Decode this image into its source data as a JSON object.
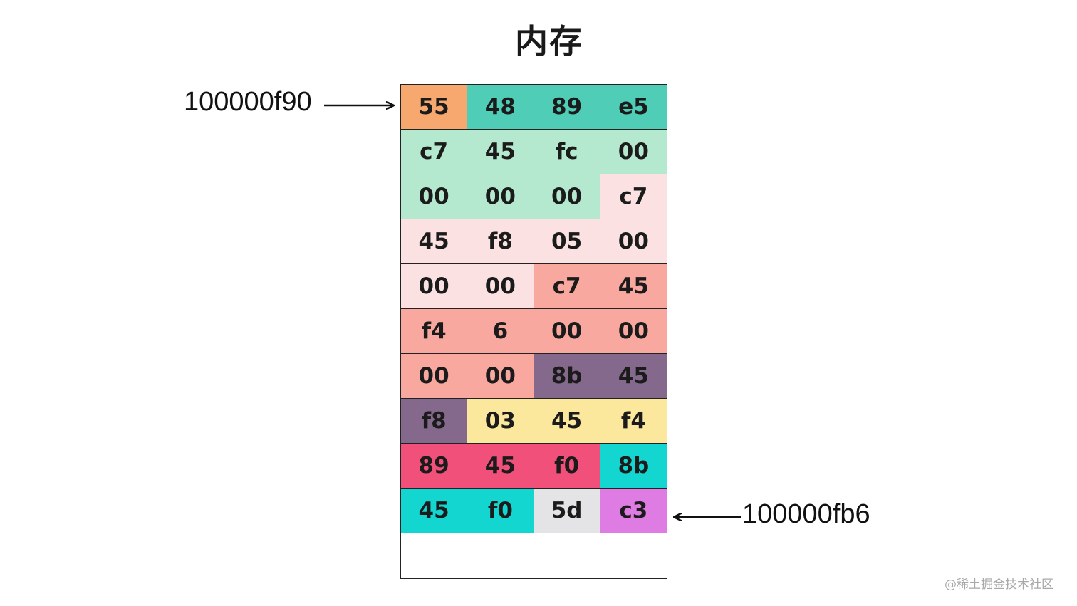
{
  "title": "内存",
  "watermark": "@稀土掘金技术社区",
  "start_address": "100000f90",
  "end_address": "100000fb6",
  "rows": [
    [
      {
        "v": "55",
        "c": "#f6a86e"
      },
      {
        "v": "48",
        "c": "#4fcdb7"
      },
      {
        "v": "89",
        "c": "#4fcdb7"
      },
      {
        "v": "e5",
        "c": "#4fcdb7"
      }
    ],
    [
      {
        "v": "c7",
        "c": "#b5e9cf"
      },
      {
        "v": "45",
        "c": "#b5e9cf"
      },
      {
        "v": "fc",
        "c": "#b5e9cf"
      },
      {
        "v": "00",
        "c": "#b5e9cf"
      }
    ],
    [
      {
        "v": "00",
        "c": "#b5e9cf"
      },
      {
        "v": "00",
        "c": "#b5e9cf"
      },
      {
        "v": "00",
        "c": "#b5e9cf"
      },
      {
        "v": "c7",
        "c": "#fbe1e1"
      }
    ],
    [
      {
        "v": "45",
        "c": "#fbe1e1"
      },
      {
        "v": "f8",
        "c": "#fbe1e1"
      },
      {
        "v": "05",
        "c": "#fbe1e1"
      },
      {
        "v": "00",
        "c": "#fbe1e1"
      }
    ],
    [
      {
        "v": "00",
        "c": "#fbe1e1"
      },
      {
        "v": "00",
        "c": "#fbe1e1"
      },
      {
        "v": "c7",
        "c": "#f8a89e"
      },
      {
        "v": "45",
        "c": "#f8a89e"
      }
    ],
    [
      {
        "v": "f4",
        "c": "#f8a89e"
      },
      {
        "v": "6",
        "c": "#f8a89e"
      },
      {
        "v": "00",
        "c": "#f8a89e"
      },
      {
        "v": "00",
        "c": "#f8a89e"
      }
    ],
    [
      {
        "v": "00",
        "c": "#f8a89e"
      },
      {
        "v": "00",
        "c": "#f8a89e"
      },
      {
        "v": "8b",
        "c": "#84698c"
      },
      {
        "v": "45",
        "c": "#84698c"
      }
    ],
    [
      {
        "v": "f8",
        "c": "#84698c"
      },
      {
        "v": "03",
        "c": "#fbe89c"
      },
      {
        "v": "45",
        "c": "#fbe89c"
      },
      {
        "v": "f4",
        "c": "#fbe89c"
      }
    ],
    [
      {
        "v": "89",
        "c": "#f0507a"
      },
      {
        "v": "45",
        "c": "#f0507a"
      },
      {
        "v": "f0",
        "c": "#f0507a"
      },
      {
        "v": "8b",
        "c": "#14d6d0"
      }
    ],
    [
      {
        "v": "45",
        "c": "#14d6d0"
      },
      {
        "v": "f0",
        "c": "#14d6d0"
      },
      {
        "v": "5d",
        "c": "#e4e4e6"
      },
      {
        "v": "c3",
        "c": "#de7ce4"
      }
    ],
    [
      {
        "v": "",
        "c": "#ffffff"
      },
      {
        "v": "",
        "c": "#ffffff"
      },
      {
        "v": "",
        "c": "#ffffff"
      },
      {
        "v": "",
        "c": "#ffffff"
      }
    ]
  ]
}
